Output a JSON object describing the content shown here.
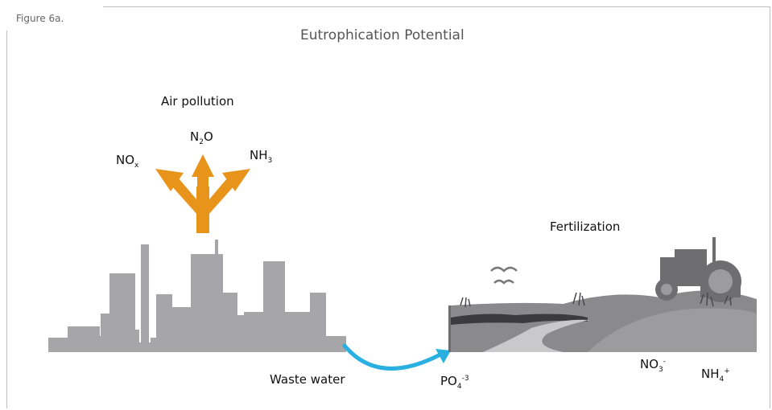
{
  "figure_label": "Figure 6a.",
  "title": "Eutrophication Potential",
  "labels": {
    "air_pollution": "Air pollution",
    "fertilization": "Fertilization",
    "waste_water": "Waste water"
  },
  "chemicals": {
    "nox": {
      "base": "NO",
      "sub": "x"
    },
    "n2o": {
      "base": "N",
      "sub": "2",
      "tail": "O"
    },
    "nh3": {
      "base": "NH",
      "sub": "3"
    },
    "po4": {
      "base": "PO",
      "sub": "4",
      "sup": "-3"
    },
    "no3": {
      "base": "NO",
      "sub": "3",
      "sup": "-"
    },
    "nh4": {
      "base": "NH",
      "sub": "4",
      "sup": "+"
    }
  },
  "colors": {
    "arrow_orange": "#E8941A",
    "arrow_blue": "#29B0E0",
    "city_gray": "#A6A6A8",
    "landscape_dark": "#8A8A8C",
    "landscape_light": "#C9C9CB"
  }
}
